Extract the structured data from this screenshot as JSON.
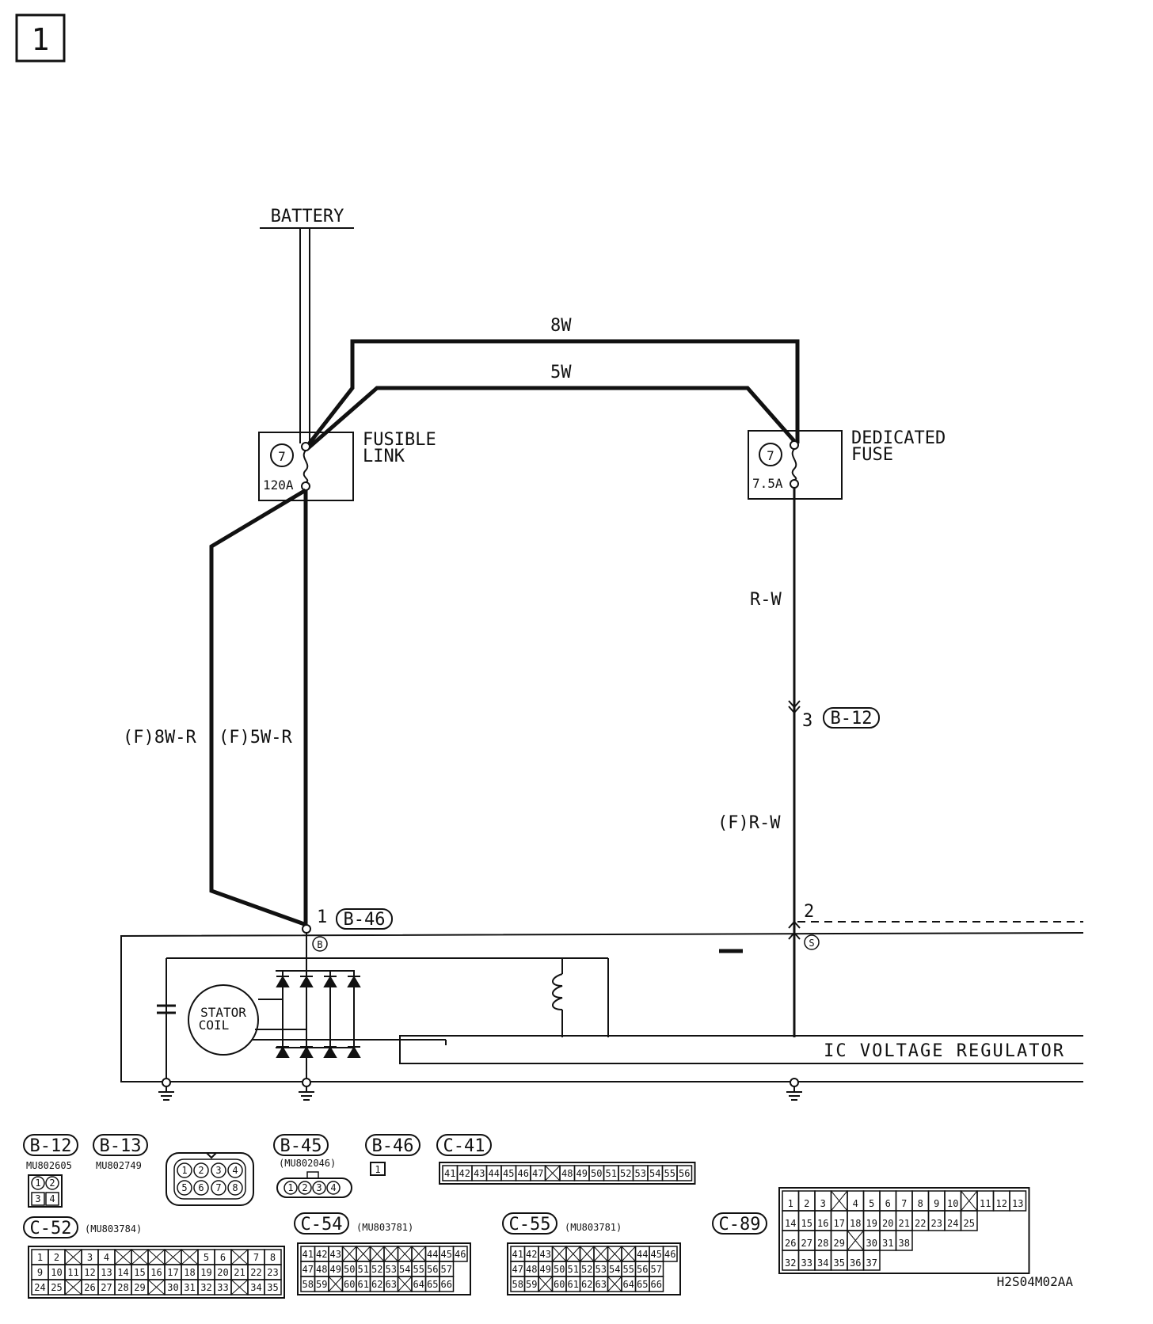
{
  "page": {
    "number": "1",
    "code": "H2S04M02AA"
  },
  "wiring": {
    "battery": "BATTERY",
    "wire_8w": "8W",
    "wire_5w": "5W",
    "wire_f8wr": "(F)8W-R",
    "wire_f5wr": "(F)5W-R",
    "wire_rw": "R-W",
    "wire_frw": "(F)R-W",
    "fusible_link": {
      "line1": "FUSIBLE",
      "line2": "LINK",
      "number": "7",
      "rating": "120A"
    },
    "dedicated_fuse": {
      "line1": "DEDICATED",
      "line2": "FUSE",
      "number": "7",
      "rating": "7.5A"
    },
    "terminals": {
      "b46_pin": "1",
      "b46": "B-46",
      "b_term": "B",
      "b12_pin": "3",
      "b12": "B-12",
      "s_pin": "2",
      "s_term": "S"
    },
    "stator": {
      "line1": "STATOR",
      "line2": "COIL"
    },
    "regulator": "IC VOLTAGE REGULATOR"
  },
  "connectors": {
    "b12": {
      "name": "B-12",
      "part": "MU802605",
      "pins": [
        "1",
        "2",
        "3",
        "4"
      ]
    },
    "b13": {
      "name": "B-13",
      "part": "MU802749",
      "pins": [
        "1",
        "2",
        "3",
        "4",
        "5",
        "6",
        "7",
        "8"
      ]
    },
    "b45": {
      "name": "B-45",
      "part": "(MU802046)",
      "pins": [
        "1",
        "2",
        "3",
        "4"
      ]
    },
    "b46": {
      "name": "B-46",
      "pins": [
        "1"
      ]
    },
    "c41": {
      "name": "C-41",
      "pins": [
        "41",
        "42",
        "43",
        "44",
        "45",
        "46",
        "47",
        "",
        "48",
        "49",
        "50",
        "51",
        "52",
        "53",
        "54",
        "55",
        "56"
      ]
    },
    "c52": {
      "name": "C-52",
      "part": "(MU803784)",
      "rows": [
        [
          "1",
          "2",
          "",
          "3",
          "4",
          "",
          "",
          "",
          "",
          "",
          "5",
          "6",
          "",
          "7",
          "8"
        ],
        [
          "9",
          "10",
          "11",
          "12",
          "13",
          "14",
          "15",
          "16",
          "17",
          "18",
          "19",
          "20",
          "21",
          "22",
          "23"
        ],
        [
          "24",
          "25",
          "",
          "26",
          "27",
          "28",
          "29",
          "",
          "30",
          "31",
          "32",
          "33",
          "",
          "34",
          "35"
        ]
      ]
    },
    "c54": {
      "name": "C-54",
      "part": "(MU803781)",
      "rows": [
        [
          "41",
          "42",
          "43",
          "",
          "",
          "",
          "",
          "",
          "",
          "44",
          "45",
          "46"
        ],
        [
          "47",
          "48",
          "49",
          "50",
          "51",
          "52",
          "53",
          "54",
          "55",
          "56",
          "57"
        ],
        [
          "58",
          "59",
          "",
          "60",
          "61",
          "62",
          "63",
          "",
          "64",
          "65",
          "66"
        ]
      ]
    },
    "c55": {
      "name": "C-55",
      "part": "(MU803781)",
      "rows": [
        [
          "41",
          "42",
          "43",
          "",
          "",
          "",
          "",
          "",
          "",
          "44",
          "45",
          "46"
        ],
        [
          "47",
          "48",
          "49",
          "50",
          "51",
          "52",
          "53",
          "54",
          "55",
          "56",
          "57"
        ],
        [
          "58",
          "59",
          "",
          "60",
          "61",
          "62",
          "63",
          "",
          "64",
          "65",
          "66"
        ]
      ]
    },
    "c89": {
      "name": "C-89",
      "rows": [
        [
          "1",
          "2",
          "3",
          "",
          "4",
          "5",
          "6",
          "7",
          "8",
          "9",
          "10",
          "",
          "11",
          "12",
          "13"
        ],
        [
          "14",
          "15",
          "16",
          "17",
          "18",
          "19",
          "20",
          "21",
          "22",
          "23",
          "24",
          "25"
        ],
        [
          "26",
          "27",
          "28",
          "29",
          "",
          "30",
          "31",
          "38"
        ],
        [
          "32",
          "33",
          "34",
          "35",
          "36",
          "37"
        ]
      ]
    }
  }
}
